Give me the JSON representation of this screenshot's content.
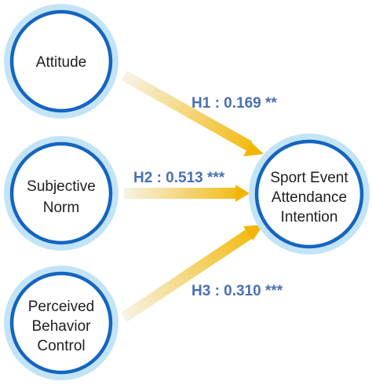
{
  "diagram": {
    "nodes": {
      "attitude": {
        "lines": [
          "Attitude"
        ]
      },
      "subjective_norm": {
        "lines": [
          "Subjective",
          "Norm"
        ]
      },
      "perceived_behavior_control": {
        "lines": [
          "Perceived",
          "Behavior",
          "Control"
        ]
      },
      "intention": {
        "lines": [
          "Sport Event",
          "Attendance",
          "Intention"
        ]
      }
    },
    "paths": {
      "h1": {
        "label": "H1 : 0.169 **",
        "from": "attitude",
        "to": "intention",
        "coefficient": 0.169,
        "significance": "**"
      },
      "h2": {
        "label": "H2 : 0.513 ***",
        "from": "subjective_norm",
        "to": "intention",
        "coefficient": 0.513,
        "significance": "***"
      },
      "h3": {
        "label": "H3 : 0.310 ***",
        "from": "perceived_behavior_control",
        "to": "intention",
        "coefficient": 0.31,
        "significance": "***"
      }
    },
    "colors": {
      "circle_outer": "#c3e4f7",
      "circle_ring": "#1565c0",
      "arrow_start": "#f5f0e0",
      "arrow_end": "#f2b600",
      "label": "#4a6fb3"
    }
  }
}
